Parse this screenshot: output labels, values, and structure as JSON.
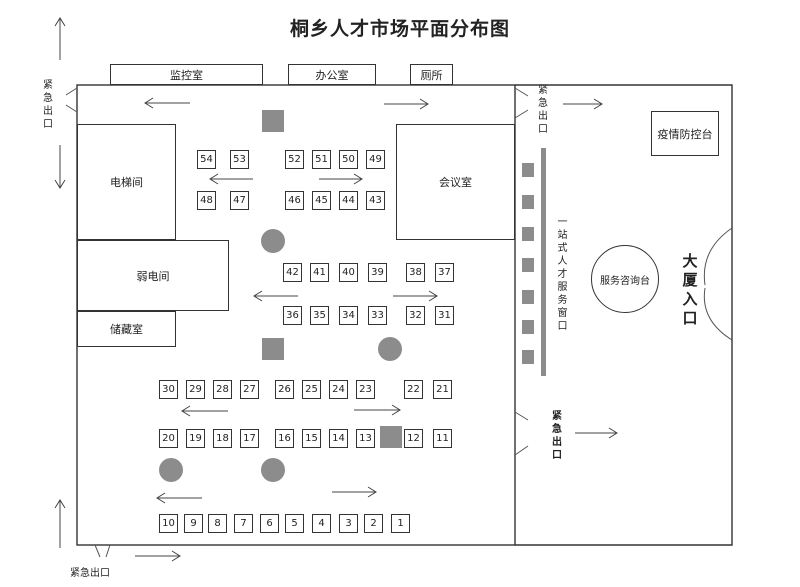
{
  "title": "桐乡人才市场平面分布图",
  "rooms": {
    "monitor": "监控室",
    "office": "办公室",
    "toilet": "厕所",
    "elevator": "电梯间",
    "weak_electric": "弱电间",
    "storage": "储藏室",
    "meeting": "会议室",
    "epidemic": "疫情防控台",
    "service_desk": "服务咨询台"
  },
  "window_label": "一站式人才服务窗口",
  "emergency_exit": "紧急出口",
  "entrance": "大厦入口",
  "booths": {
    "row1": [
      "54",
      "53",
      "52",
      "51",
      "50",
      "49"
    ],
    "row2": [
      "48",
      "47",
      "46",
      "45",
      "44",
      "43"
    ],
    "row3": [
      "42",
      "41",
      "40",
      "39",
      "38",
      "37"
    ],
    "row4": [
      "36",
      "35",
      "34",
      "33",
      "32",
      "31"
    ],
    "row5": [
      "30",
      "29",
      "28",
      "27",
      "26",
      "25",
      "24",
      "23",
      "22",
      "21"
    ],
    "row6": [
      "20",
      "19",
      "18",
      "17",
      "16",
      "15",
      "14",
      "13",
      "12",
      "11"
    ],
    "row7": [
      "10",
      "9",
      "8",
      "7",
      "6",
      "5",
      "4",
      "3",
      "2",
      "1"
    ]
  },
  "colors": {
    "marker": "#8c8c8c",
    "line": "#333333"
  }
}
